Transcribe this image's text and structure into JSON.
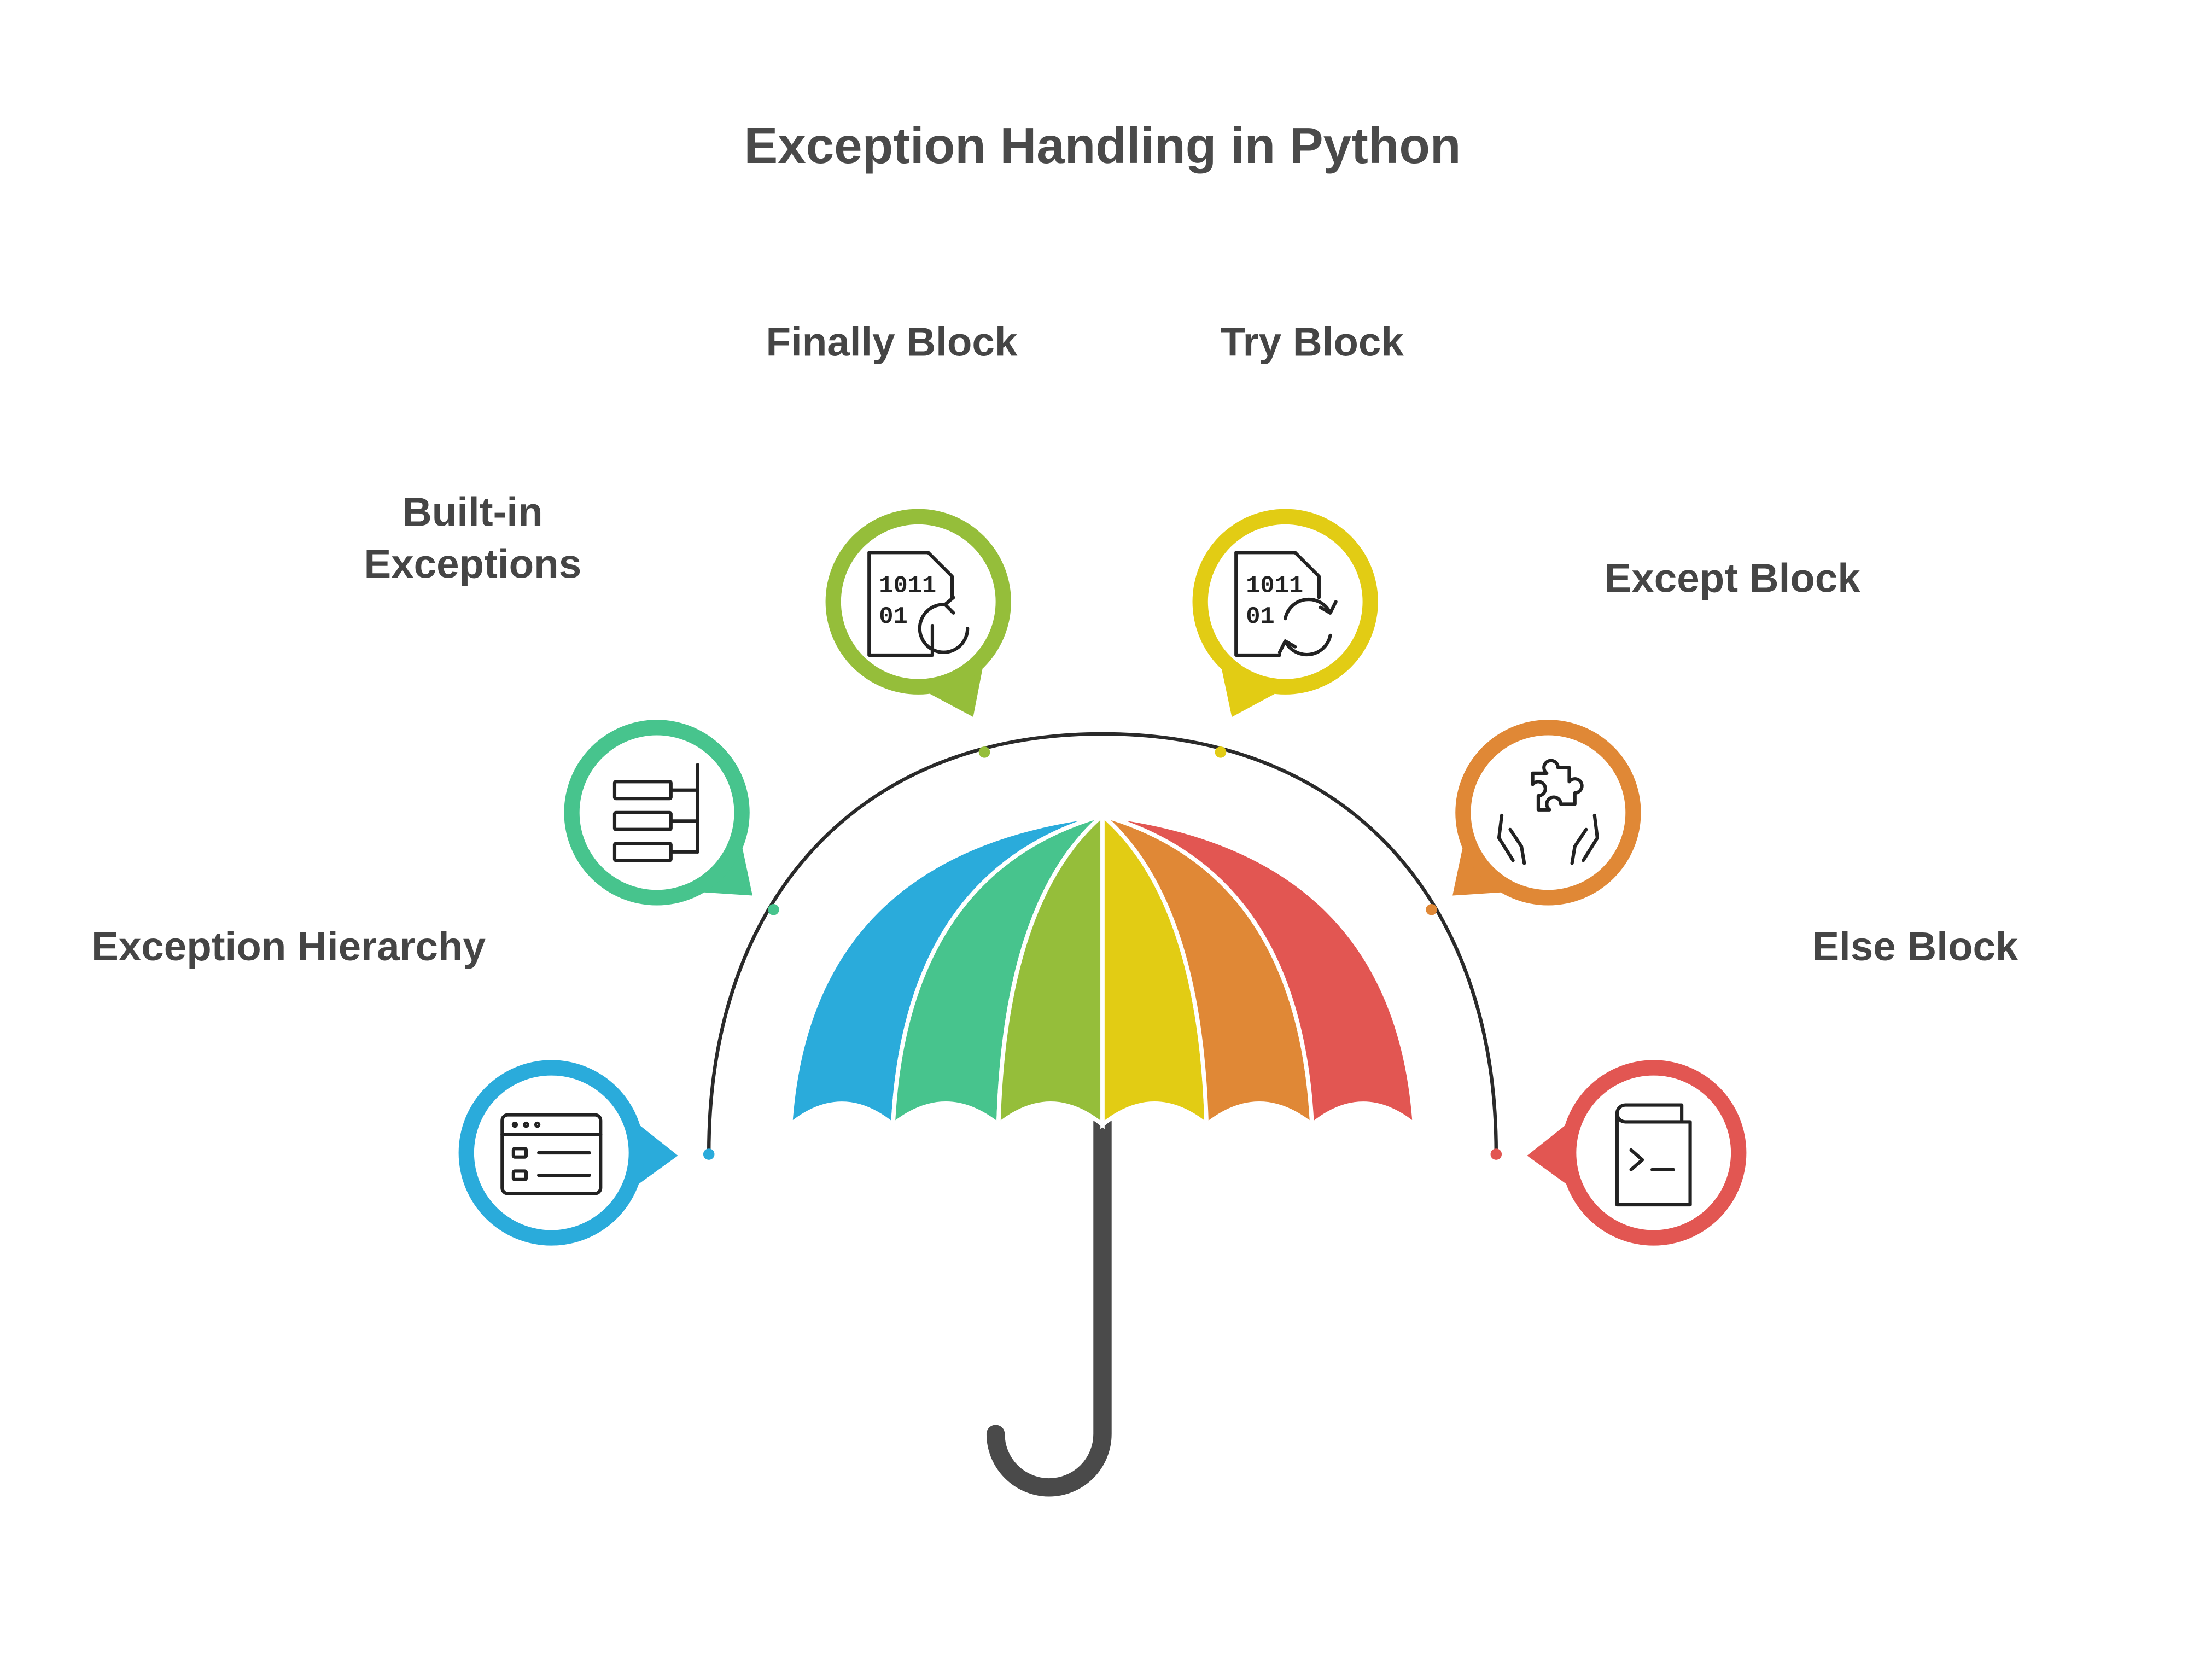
{
  "title": "Exception Handling in Python",
  "items": [
    {
      "label_lines": [
        "Exception Hierarchy"
      ],
      "icon": "browser-list-icon",
      "color": "#2AABDB"
    },
    {
      "label_lines": [
        "Built-in",
        "Exceptions"
      ],
      "icon": "hierarchy-tree-icon",
      "color": "#47C48D"
    },
    {
      "label_lines": [
        "Finally Block"
      ],
      "icon": "binary-file-refresh-icon",
      "color": "#95BE3A"
    },
    {
      "label_lines": [
        "Try Block"
      ],
      "icon": "binary-file-sync-icon",
      "color": "#E2CC14"
    },
    {
      "label_lines": [
        "Except Block"
      ],
      "icon": "hands-puzzle-icon",
      "color": "#E08836"
    },
    {
      "label_lines": [
        "Else Block"
      ],
      "icon": "terminal-book-icon",
      "color": "#E25652"
    }
  ],
  "icon_text": {
    "binary_top": "1011",
    "binary_bottom": "01"
  },
  "handle_color": "#4A4A4A"
}
